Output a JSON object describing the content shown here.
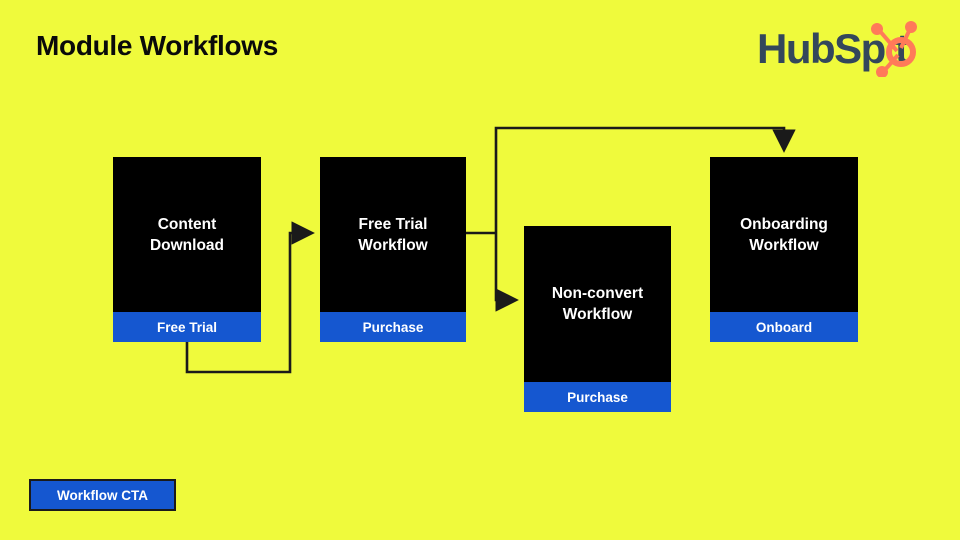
{
  "slide": {
    "title": "Module Workflows",
    "background_color": "#EFFA3C",
    "node_color": "#000000",
    "cta_color": "#1557D0",
    "text_color": "#0A0A0A"
  },
  "logo": {
    "wordmark": "HubSp t",
    "icon_name": "hubspot-sprocket-icon",
    "text_color": "#33475B",
    "accent_color": "#FF7A59"
  },
  "nodes": [
    {
      "id": "content-download",
      "label": "Content\nDownload",
      "cta": "Free Trial"
    },
    {
      "id": "free-trial",
      "label": "Free Trial\nWorkflow",
      "cta": "Purchase"
    },
    {
      "id": "non-convert",
      "label": "Non-convert\nWorkflow",
      "cta": "Purchase"
    },
    {
      "id": "onboarding",
      "label": "Onboarding\nWorkflow",
      "cta": "Onboard"
    }
  ],
  "legend": {
    "label": "Workflow CTA",
    "fill_color": "#1557D0",
    "border_color": "#1A1A1A"
  },
  "connections": [
    {
      "from": "content-download-cta",
      "to": "free-trial",
      "label": ""
    },
    {
      "from": "free-trial",
      "to": "onboarding",
      "label": ""
    },
    {
      "from": "free-trial",
      "to": "non-convert",
      "label": ""
    }
  ]
}
